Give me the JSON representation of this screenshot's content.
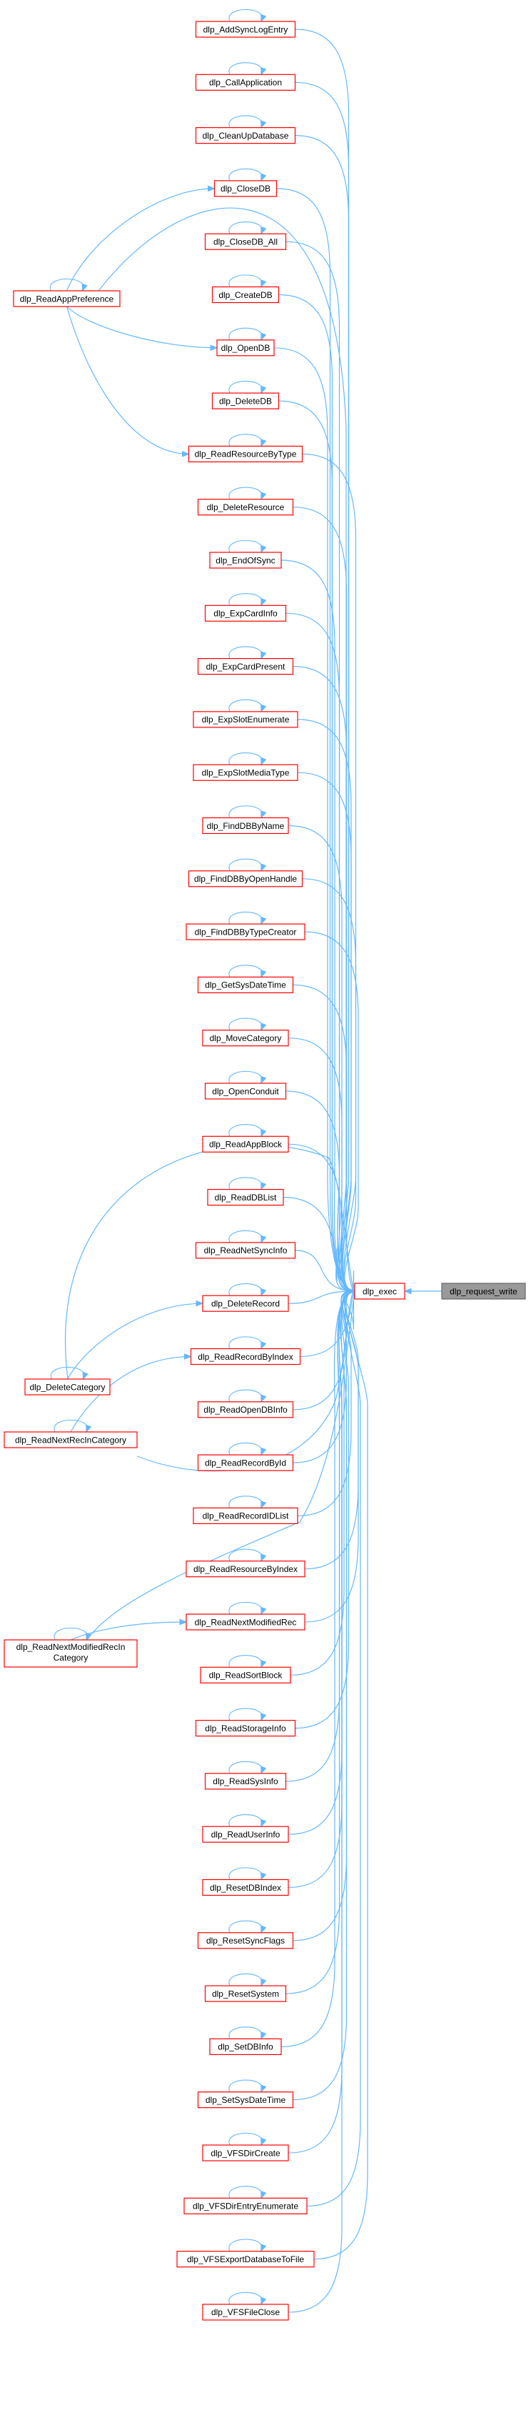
{
  "graph": {
    "colors": {
      "edge": "#63b8ff",
      "node_border": "#ff0000",
      "node_fill": "#ffffff",
      "root_fill": "#999999",
      "root_border": "#666666"
    },
    "root": {
      "id": "dlp_request_write",
      "label": "dlp_request_write"
    },
    "hub": {
      "id": "dlp_exec",
      "label": "dlp_exec"
    },
    "callers": [
      "dlp_AddSyncLogEntry",
      "dlp_CallApplication",
      "dlp_CleanUpDatabase",
      "dlp_CloseDB",
      "dlp_CloseDB_All",
      "dlp_CreateDB",
      "dlp_OpenDB",
      "dlp_DeleteDB",
      "dlp_ReadResourceByType",
      "dlp_DeleteResource",
      "dlp_EndOfSync",
      "dlp_ExpCardInfo",
      "dlp_ExpCardPresent",
      "dlp_ExpSlotEnumerate",
      "dlp_ExpSlotMediaType",
      "dlp_FindDBByName",
      "dlp_FindDBByOpenHandle",
      "dlp_FindDBByTypeCreator",
      "dlp_GetSysDateTime",
      "dlp_MoveCategory",
      "dlp_OpenConduit",
      "dlp_ReadAppBlock",
      "dlp_ReadDBList",
      "dlp_ReadNetSyncInfo",
      "dlp_DeleteRecord",
      "dlp_ReadRecordByIndex",
      "dlp_ReadOpenDBInfo",
      "dlp_ReadRecordById",
      "dlp_ReadRecordIDList",
      "dlp_ReadResourceByIndex",
      "dlp_ReadNextModifiedRec",
      "dlp_ReadSortBlock",
      "dlp_ReadStorageInfo",
      "dlp_ReadSysInfo",
      "dlp_ReadUserInfo",
      "dlp_ResetDBIndex",
      "dlp_ResetSyncFlags",
      "dlp_ResetSystem",
      "dlp_SetDBInfo",
      "dlp_SetSysDateTime",
      "dlp_VFSDirCreate",
      "dlp_VFSDirEntryEnumerate",
      "dlp_VFSExportDatabaseToFile",
      "dlp_VFSFileClose"
    ],
    "side_nodes": [
      {
        "id": "dlp_ReadAppPreference",
        "lines": [
          "dlp_ReadAppPreference"
        ]
      },
      {
        "id": "dlp_DeleteCategory",
        "lines": [
          "dlp_DeleteCategory"
        ]
      },
      {
        "id": "dlp_ReadNextRecInCategory",
        "lines": [
          "dlp_ReadNextRecInCategory"
        ]
      },
      {
        "id": "dlp_ReadNextModifiedRecInCategory",
        "lines": [
          "dlp_ReadNextModifiedRecIn",
          "Category"
        ]
      }
    ],
    "side_edges": [
      {
        "from": "dlp_ReadAppPreference",
        "to": "dlp_CloseDB"
      },
      {
        "from": "dlp_ReadAppPreference",
        "to": "dlp_OpenDB"
      },
      {
        "from": "dlp_ReadAppPreference",
        "to": "dlp_ReadResourceByType"
      },
      {
        "from": "dlp_ReadAppPreference",
        "to": "dlp_exec"
      },
      {
        "from": "dlp_DeleteCategory",
        "to": "dlp_DeleteRecord"
      },
      {
        "from": "dlp_DeleteCategory",
        "to": "dlp_exec"
      },
      {
        "from": "dlp_ReadNextRecInCategory",
        "to": "dlp_ReadRecordByIndex"
      },
      {
        "from": "dlp_ReadNextRecInCategory",
        "to": "dlp_exec"
      },
      {
        "from": "dlp_ReadNextModifiedRecInCategory",
        "to": "dlp_ReadNextModifiedRec"
      },
      {
        "from": "dlp_ReadNextModifiedRecInCategory",
        "to": "dlp_exec"
      }
    ]
  }
}
